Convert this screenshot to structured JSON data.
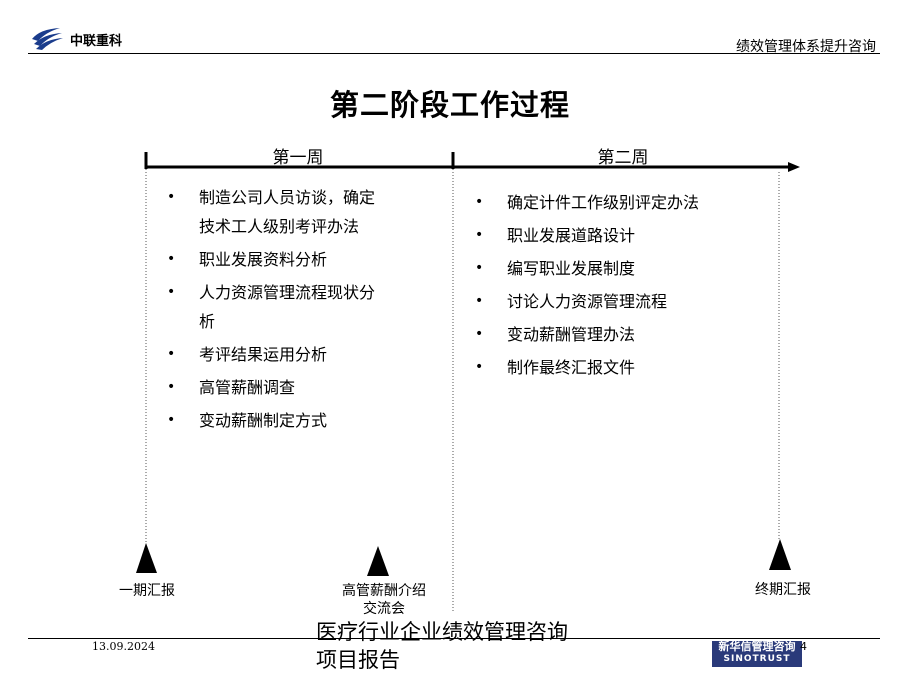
{
  "header": {
    "company": "中联重科",
    "right_title": "绩效管理体系提升咨询"
  },
  "slide": {
    "title": "第二阶段工作过程",
    "week1": {
      "label": "第一周",
      "items": [
        "制造公司人员访谈，确定技术工人级别考评办法",
        "职业发展资料分析",
        "人力资源管理流程现状分析",
        "考评结果运用分析",
        "高管薪酬调查",
        "变动薪酬制定方式"
      ]
    },
    "week2": {
      "label": "第二周",
      "items": [
        "确定计件工作级别评定办法",
        "职业发展道路设计",
        "编写职业发展制度",
        "讨论人力资源管理流程",
        "变动薪酬管理办法",
        "制作最终汇报文件"
      ]
    },
    "milestones": {
      "m1": "一期汇报",
      "m2": "高管薪酬介绍交流会",
      "m3": "终期汇报"
    },
    "bullet_glyph": "•"
  },
  "footer": {
    "date": "13.09.2024",
    "text": "医疗行业企业绩效管理咨询项目报告",
    "page": "4",
    "brand_cn": "新华信管理咨询",
    "brand_en": "SINOTRUST"
  },
  "colors": {
    "logo_blue": "#1a3c8c",
    "brand_box": "#2a3a7a"
  }
}
